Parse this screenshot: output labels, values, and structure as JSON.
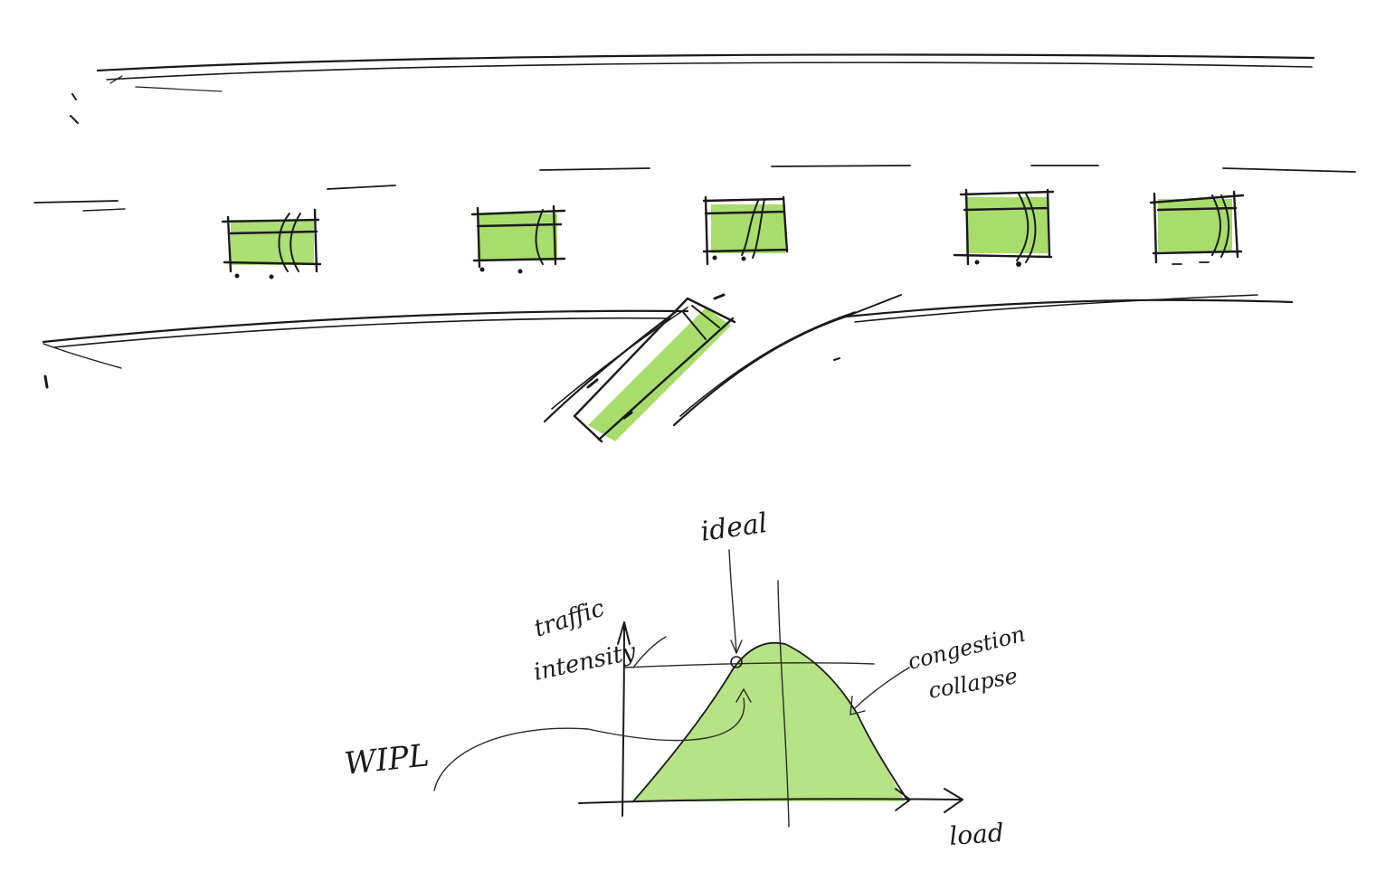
{
  "labels": {
    "ideal": "ideal",
    "traffic_intensity": [
      "traffic",
      "intensity"
    ],
    "congestion_collapse": [
      "congestion",
      "collapse"
    ],
    "wipl": "WIPL",
    "load": "load"
  },
  "colors": {
    "green_fill": "#9ed95c",
    "ink": "#1a1a1a",
    "paper": "#ffffff"
  },
  "cars_on_highway": 5,
  "merging_cars": 1
}
